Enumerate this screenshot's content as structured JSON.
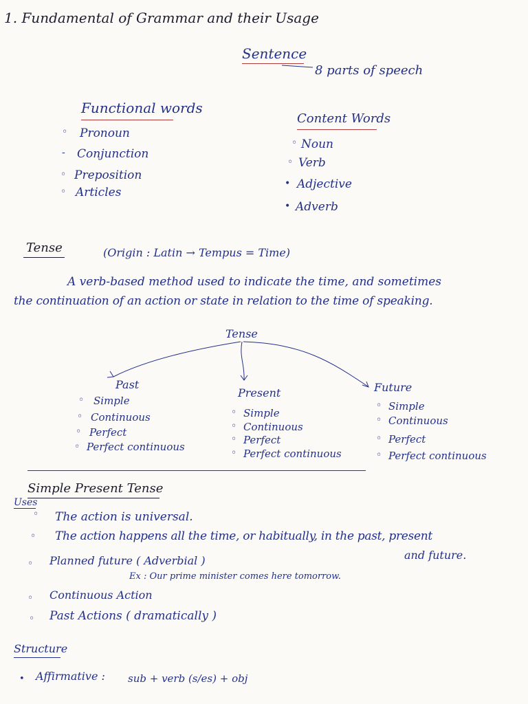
{
  "header": {
    "title": "1. Fundamental of Grammar and their Usage"
  },
  "sentence": {
    "label": "Sentence",
    "parts": "8 parts of speech"
  },
  "functional_words": {
    "heading": "Functional words",
    "items": [
      "Pronoun",
      "Conjunction",
      "Preposition",
      "Articles"
    ]
  },
  "content_words": {
    "heading": "Content Words",
    "items": [
      "Noun",
      "Verb",
      "Adjective",
      "Adverb"
    ]
  },
  "tense": {
    "heading": "Tense",
    "origin": "(Origin : Latin → Tempus = Time)",
    "definition_line1": "A verb-based method used to indicate the time, and sometimes",
    "definition_line2": "the continuation of an action or state in relation to the time of speaking.",
    "tree_root": "Tense",
    "branches": [
      {
        "label": "Past",
        "items": [
          "Simple",
          "Continuous",
          "Perfect",
          "Perfect continuous"
        ]
      },
      {
        "label": "Present",
        "items": [
          "Simple",
          "Continuous",
          "Perfect",
          "Perfect continuous"
        ]
      },
      {
        "label": "Future",
        "items": [
          "Simple",
          "Continuous",
          "Perfect",
          "Perfect continuous"
        ]
      }
    ]
  },
  "simple_present": {
    "heading": "Simple Present Tense",
    "uses_label": "Uses",
    "uses": [
      "The action is universal.",
      "The action happens all the time, or habitually, in the past, present",
      "Planned future ( Adverbial )",
      "Continuous Action",
      "Past Actions ( dramatically )"
    ],
    "uses_continuation": "and future.",
    "example": "Ex : Our prime minister comes here tomorrow.",
    "structure_label": "Structure",
    "structure_items": [
      {
        "label": "Affirmative :",
        "formula": "sub + verb (s/es) + obj"
      }
    ]
  },
  "colors": {
    "ink_blue": "#23308a",
    "ink_dark": "#1c1c30",
    "underline_red": "#b33a3a",
    "paper": "#fbfaf6"
  }
}
